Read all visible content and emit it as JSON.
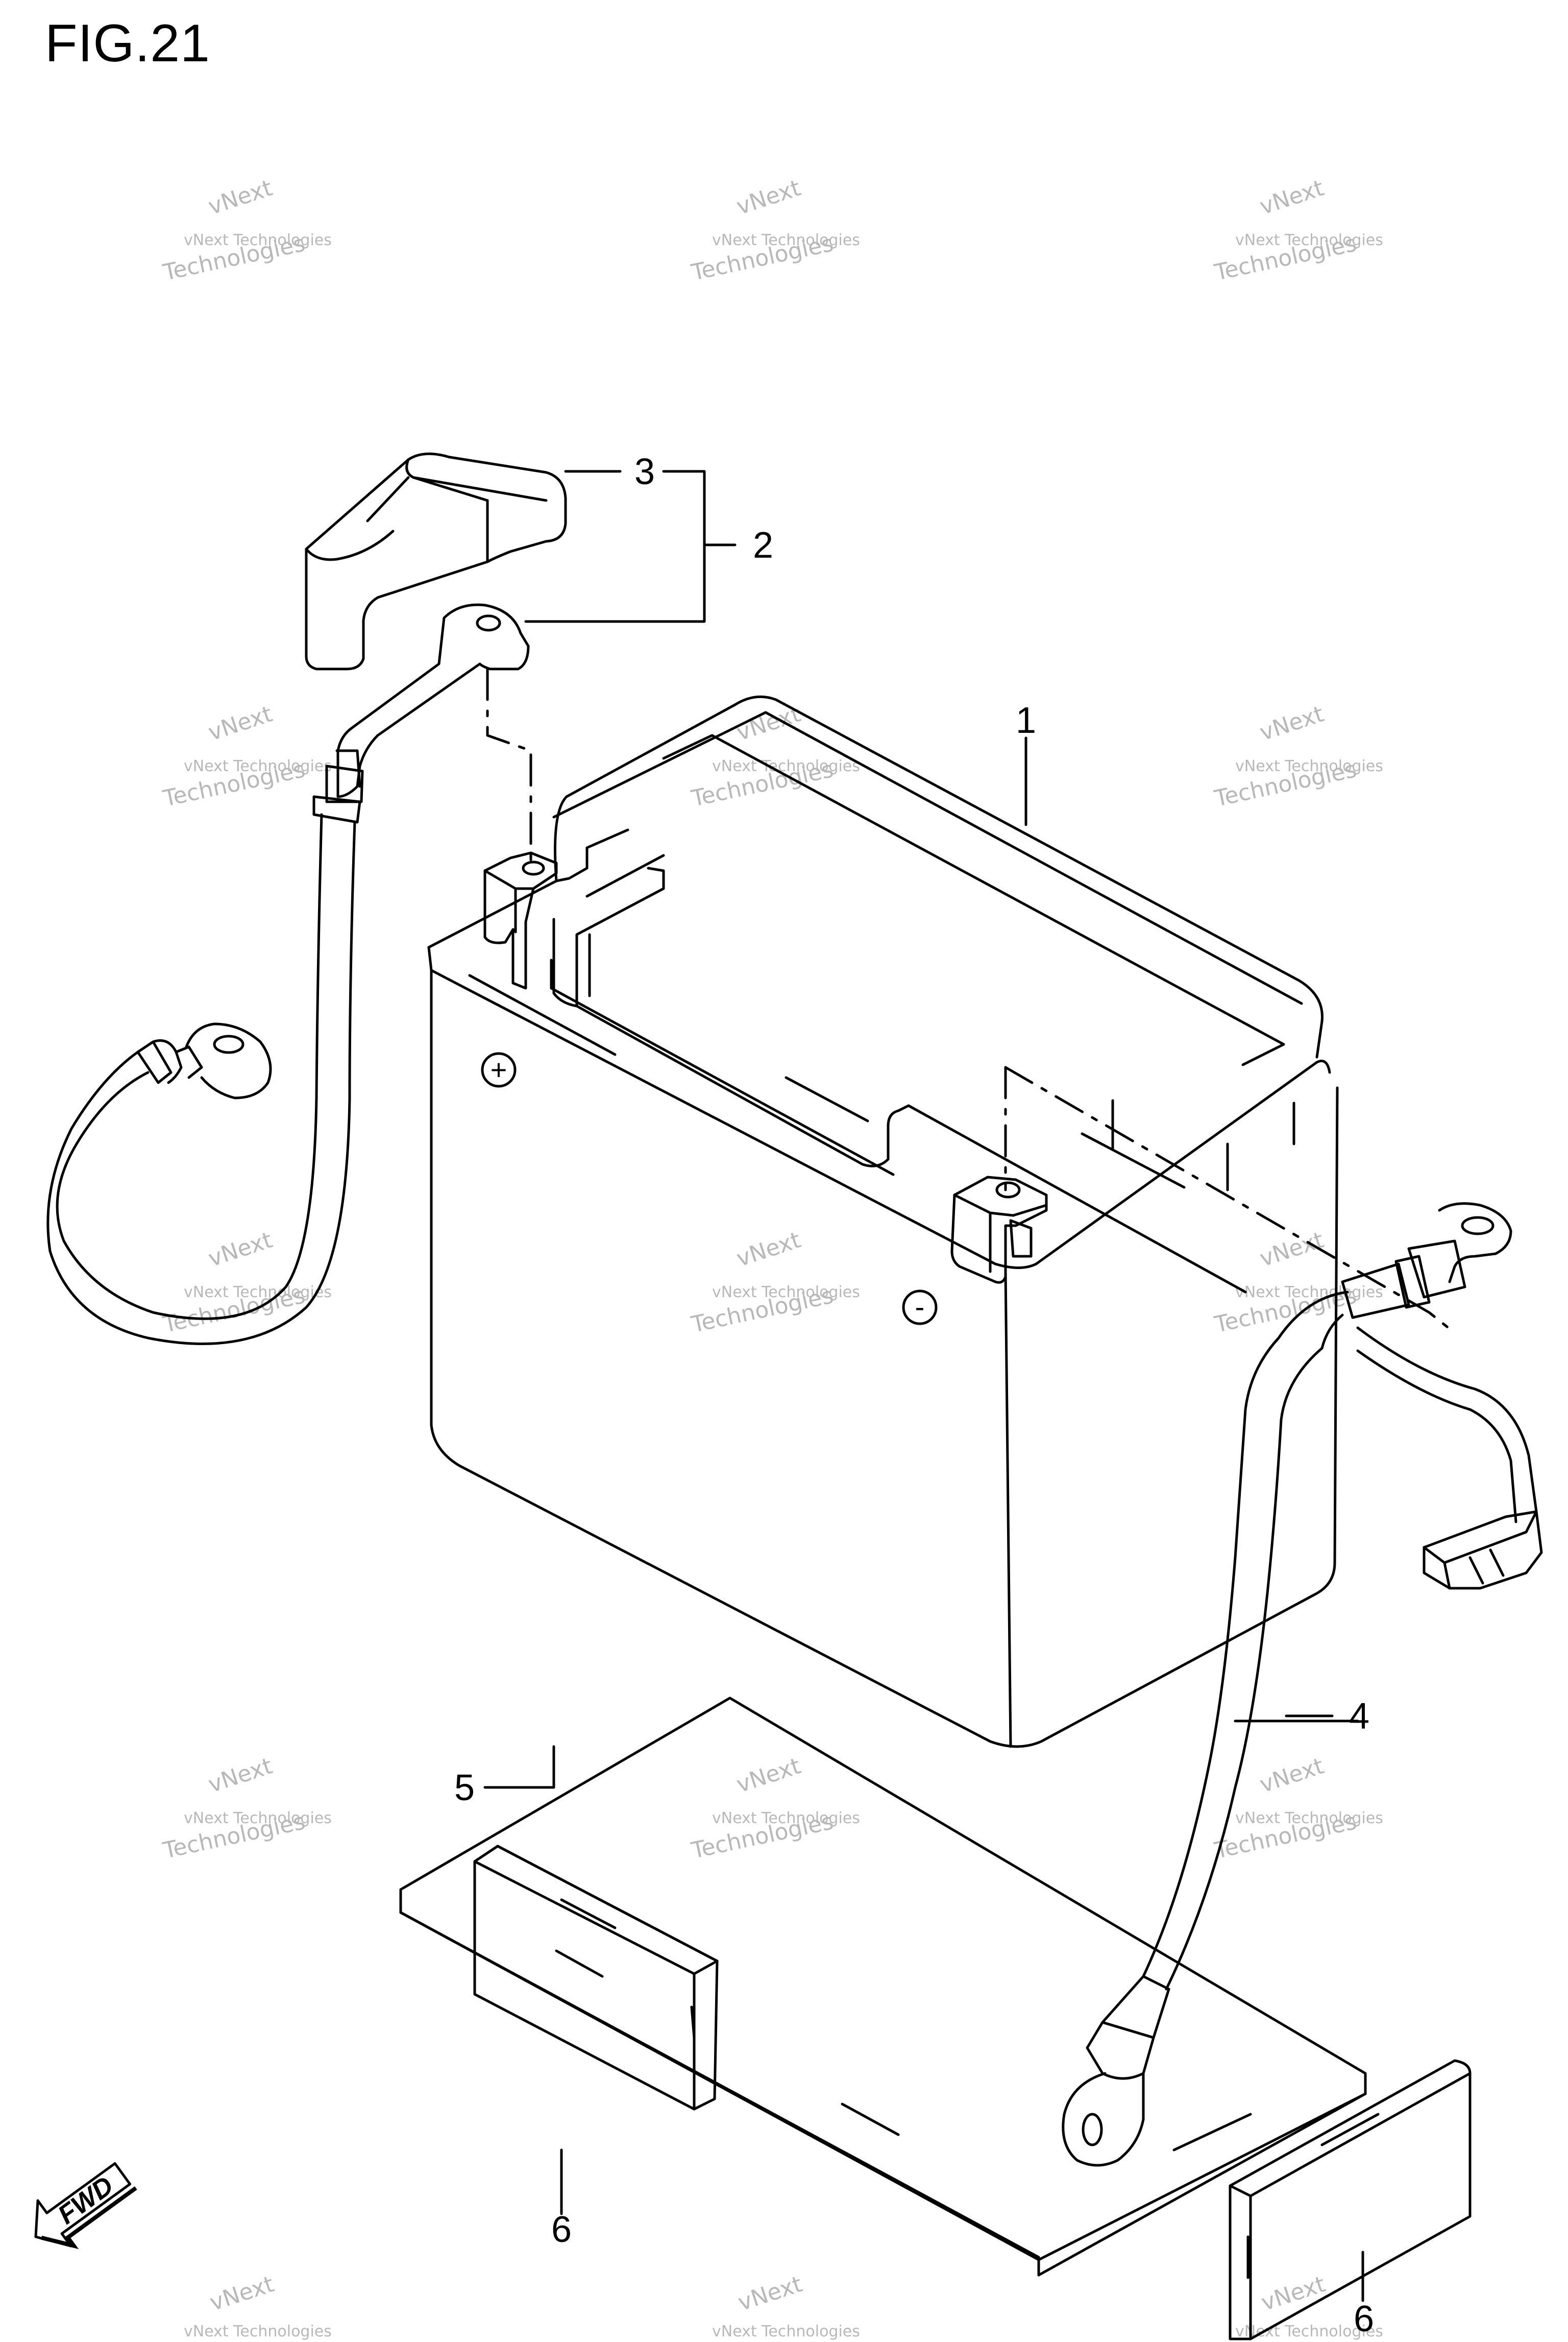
{
  "figure": {
    "title": "FIG.21"
  },
  "callouts": {
    "c1": "1",
    "c2": "2",
    "c3": "3",
    "c4": "4",
    "c5": "5",
    "c6a": "6",
    "c6b": "6"
  },
  "terminals": {
    "positive": "+",
    "negative": "-"
  },
  "fwd": {
    "label": "FWD"
  },
  "watermark": {
    "line1": "vNext Technologies",
    "line2": "vNext",
    "line3": "Technologies"
  },
  "colors": {
    "ink": "#000000",
    "watermark": "#b8b8b8",
    "background": "#ffffff"
  }
}
